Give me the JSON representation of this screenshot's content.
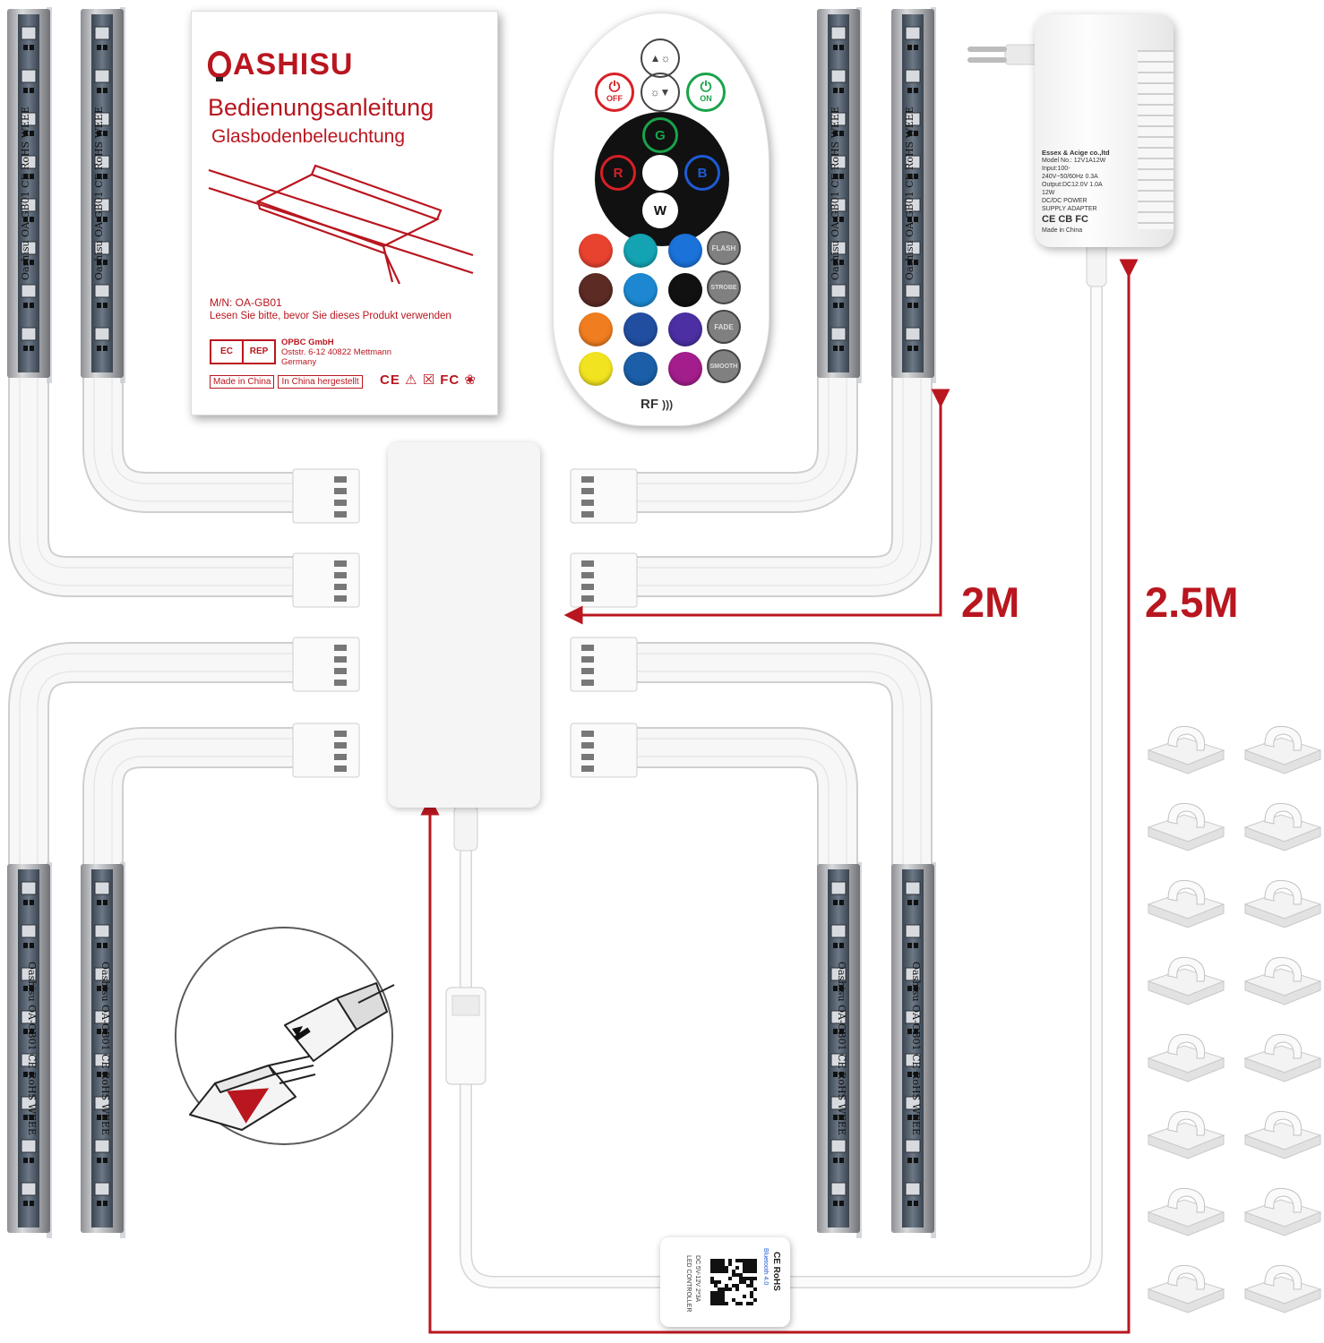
{
  "manual": {
    "brand": "ASHISU",
    "title": "Bedienungsanleitung",
    "subtitle": "Glasbodenbeleuchtung",
    "model": "M/N: OA-GB01",
    "note": "Lesen Sie bitte, bevor Sie dieses Produkt verwenden",
    "ec_label": "EC",
    "rep_label": "REP",
    "company": "OPBC GmbH",
    "street": "Oststr. 6-12 40822 Mettmann",
    "country": "Germany",
    "made_in": "Made in China",
    "made_in_de": "In China hergestellt",
    "marks": "CE ⚠ ☒ FC ❀"
  },
  "remote": {
    "off_label": "OFF",
    "on_label": "ON",
    "g_label": "G",
    "r_label": "R",
    "b_label": "B",
    "w_label": "W",
    "flash_label": "FLASH",
    "strobe_label": "STROBE",
    "fade_label": "FADE",
    "smooth_label": "SMOOTH",
    "rf_label": "RF",
    "color_grid": [
      [
        "#e8432f",
        "#14a3b2",
        "#1b72d8"
      ],
      [
        "#5b2b24",
        "#1d88d1",
        "#111111"
      ],
      [
        "#f07d1f",
        "#214ea0",
        "#4b2fa3"
      ],
      [
        "#f2e320",
        "#1a5fa8",
        "#a31e8c"
      ]
    ],
    "accent_red": "#d81f26",
    "accent_green": "#19a34a",
    "accent_blue": "#1e5bd6"
  },
  "strip": {
    "text_top": "Oashisu OA-GB01 CE RoHS WEEE",
    "text_bottom": "Oashisu OA-GB01 CE RoHS WEEE"
  },
  "adapter": {
    "brand": "Essex & Acige co.,ltd",
    "model": "Model No.: 12V1A12W",
    "input": "Input:100-240V~50/60Hz 0.3A",
    "output": "Output:DC12.0V 1.0A 12W",
    "type": "DC/DC POWER SUPPLY ADAPTER",
    "marks": "CE CB FC",
    "made": "Made in China"
  },
  "controller": {
    "line1": "LED CONTROLLER",
    "line2": "DC 5V-12V 2*3A",
    "bt": "Bluetooth 4.0",
    "marks": "CE RoHS"
  },
  "measures": {
    "length_a": "2M",
    "length_b": "2.5M"
  },
  "colors": {
    "accent": "#b9161f",
    "cable": "#f3f3f3",
    "cable_edge": "#cfcfcf"
  }
}
